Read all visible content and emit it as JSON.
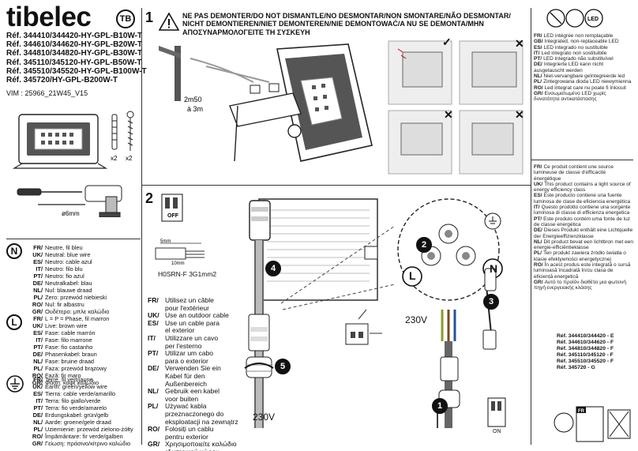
{
  "header": {
    "brand": "tibelec",
    "brand_mark": "TB",
    "references": [
      "Réf. 344410/344420-HY-GPL-B10W-T",
      "Réf. 344610/344620-HY-GPL-B20W-T",
      "Réf. 344810/344820-HY-GPL-B30W-T",
      "Réf. 345110/345120-HY-GPL-B50W-T",
      "Réf. 345510/345520-HY-GPL-B100W-T",
      "Réf. 345720/HY-GPL-B200W-T"
    ],
    "vim": "VIM : 25966_21W45_V15"
  },
  "tools": {
    "hole_size": "ø6mm",
    "qty_plug": "x2",
    "qty_screw": "x2"
  },
  "legend": {
    "neutral_symbol": "N",
    "live_symbol": "L",
    "neutral": [
      [
        "FR/",
        "Neutre, fil bleu"
      ],
      [
        "UK/",
        "Neutral: blue wire"
      ],
      [
        "ES/",
        "Neutro: cable azul"
      ],
      [
        "IT/",
        "Neutro: filo blu"
      ],
      [
        "PT/",
        "Neutro: fio azul"
      ],
      [
        "DE/",
        "Neutralkabel: blau"
      ],
      [
        "NL/",
        "Nul: blauwe draad"
      ],
      [
        "PL/",
        "Zero: przewód niebieski"
      ],
      [
        "RO/",
        "Nul: fir albastru"
      ],
      [
        "GR/",
        "Ουδέτερο: μπλε καλώδιο"
      ]
    ],
    "live": [
      [
        "FR/",
        "L = P = Phase, fil marron"
      ],
      [
        "UK/",
        "Live: brown wire"
      ],
      [
        "ES/",
        "Fase: cable marrón"
      ],
      [
        "IT/",
        "Fase: filo marrone"
      ],
      [
        "PT/",
        "Fase: fio castanho"
      ],
      [
        "DE/",
        "Phasenkabel: braun"
      ],
      [
        "NL/",
        "Fase: bruine draad"
      ],
      [
        "PL/",
        "Faza: przewód brązowy"
      ],
      [
        "RO/",
        "Fază: fir maro"
      ],
      [
        "GR/",
        "Φάση: καφέ καλώδιο"
      ]
    ],
    "earth": [
      [
        "FR/",
        "Terre, fil vert/jaune"
      ],
      [
        "UK/",
        "Earth: green/yellow wire"
      ],
      [
        "ES/",
        "Tierra: cable verde/amarillo"
      ],
      [
        "IT/",
        "Terra: filo giallo/verde"
      ],
      [
        "PT/",
        "Terra: fio verde/amarelo"
      ],
      [
        "DE/",
        "Erdungskabel: grün/gelb"
      ],
      [
        "NL/",
        "Aarde: groene/gele draad"
      ],
      [
        "PL/",
        "Uziemienie: przewód zielono-żółty"
      ],
      [
        "RO/",
        "Împământare: fir verde/galben"
      ],
      [
        "GR/",
        "Γείωση: πράσινο/κίτρινο καλώδιο"
      ]
    ]
  },
  "step1": {
    "number": "1",
    "warning_lines": [
      "NE PAS DEMONTER/DO NOT DISMANTLE/NO DESMONTAR/NON SMONTARE/NÃO DESMONTAR/",
      "NICHT DEMONTIEREN/NIET DEMONTEREN/NIE DEMONTOWAĆ/A NU SE DEMONTA/MHN",
      "ΑΠΟΣΥΝΑΡΜΟΛΟΓΕΙΤΕ ΤΗ ΣΥΣΚΕΥΗ"
    ],
    "height_label": "2m50",
    "distance_label": "à 3m"
  },
  "step2": {
    "number": "2",
    "switch_label": "OFF",
    "strip_label": "5mm",
    "strip_label2": "10mm",
    "cable_type": "H0SRN-F 3G1mm2",
    "voltage_label": "230V",
    "voltage_label2": "230V",
    "switch_on_label": "ON",
    "callouts": [
      "1",
      "2",
      "3",
      "4",
      "5"
    ],
    "terminal_labels": [
      "L",
      "N"
    ],
    "cable_instructions": [
      [
        "FR/",
        "Utilisez un câble"
      ],
      [
        "",
        "pour l'extérieur"
      ],
      [
        "UK/",
        "Use an outdoor cable"
      ],
      [
        "ES/",
        "Use un cable para"
      ],
      [
        "",
        "el exterior"
      ],
      [
        "IT/",
        "Utilizzare un cavo"
      ],
      [
        "",
        "per l'esterno"
      ],
      [
        "PT/",
        "Utilizar um cabo"
      ],
      [
        "",
        "para o exterior"
      ],
      [
        "DE/",
        "Verwenden Sie ein"
      ],
      [
        "",
        "Kabel für den"
      ],
      [
        "",
        "Außenbereich"
      ],
      [
        "NL/",
        "Gebruik een kabel"
      ],
      [
        "",
        "voor buiten"
      ],
      [
        "PL/",
        "Używać kabla"
      ],
      [
        "",
        "przeznaczonego do"
      ],
      [
        "",
        "eksploatacji na zewnątrz"
      ],
      [
        "RO/",
        "Folosiți un cablu"
      ],
      [
        "",
        "pentru exterior"
      ],
      [
        "GR/",
        "Χρησιμοποιείτε καλώδιο"
      ],
      [
        "",
        "εξωτερικού χώρου"
      ]
    ]
  },
  "side_led_note": [
    [
      "FR/",
      "LED intégrée non remplaçable"
    ],
    [
      "GB/",
      "Integrated, non-replaceable LED"
    ],
    [
      "ES/",
      "LED integrado no sustituible"
    ],
    [
      "IT/",
      "Led integrato non sostituibile"
    ],
    [
      "PT/",
      "LED integrado não substituível"
    ],
    [
      "DE/",
      "Integrierte LED kann nicht ausgetauscht werden"
    ],
    [
      "NL/",
      "Niet-vervangbare geïntegreerde led"
    ],
    [
      "PL/",
      "Zintegrowana dioda LED niewymienna"
    ],
    [
      "RO/",
      "Led integrat care nu poate fi înlocuit"
    ],
    [
      "GR/",
      "Ενσωματωμένο LED χωρίς δυνατότητα αντικατάστασης"
    ]
  ],
  "side_energy_note": [
    [
      "FR/",
      "Ce produit contient une source lumineuse de classe d'efficacité énergétique"
    ],
    [
      "UK/",
      "This product contains a light source of energy efficiency class"
    ],
    [
      "ES/",
      "Este producto contiene una fuente luminosa de clase de eficiencia energética"
    ],
    [
      "IT/",
      "Questo prodotto contiene una sorgente luminosa di classe di efficienza energetica"
    ],
    [
      "PT/",
      "Este produto contém uma fonte de luz de classe energética"
    ],
    [
      "DE/",
      "Dieses Produkt enthält eine Lichtquelle der Energieeffizienzklasse"
    ],
    [
      "NL/",
      "Dit product bevat een lichtbron met een energie-efficiëntieklasse"
    ],
    [
      "PL/",
      "Ten produkt zawiera źródło światła o klasie efektywności energetycznej"
    ],
    [
      "RO/",
      "În acest produs este integrată o sursă luminoasă încadrată în/cu clasa de eficiență energetică"
    ],
    [
      "GR/",
      "Αυτό το προϊόν διαθέτει μια φωτεινή πηγή ενεργειακής κλάσης"
    ]
  ],
  "models_energy": [
    "Réf. 344410/344420 - E",
    "Réf. 344610/344620 - F",
    "Réf. 344810/344820 - F",
    "Réf. 345110/345120 - F",
    "Réf. 345510/345520 - F",
    "Réf. 345720 - G"
  ],
  "footer_icons": {
    "fr_badge": "FR"
  },
  "colors": {
    "ink": "#111111",
    "grey": "#888888",
    "dark_panel": "#444444",
    "blue_wire": "#2a4fa0",
    "brown_wire": "#7a4a1e"
  }
}
